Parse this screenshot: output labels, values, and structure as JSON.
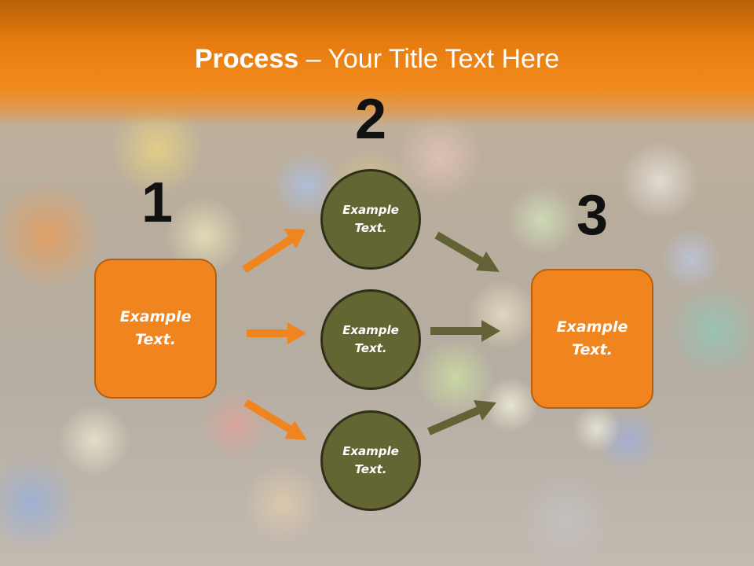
{
  "slide": {
    "title_bold": "Process",
    "title_rest": " – Your Title Text Here"
  },
  "steps": {
    "step1_number": "1",
    "step2_number": "2",
    "step3_number": "3"
  },
  "left_box": {
    "text": "Example Text."
  },
  "circles": [
    {
      "text": "Example Text."
    },
    {
      "text": "Example Text."
    },
    {
      "text": "Example Text."
    }
  ],
  "right_box": {
    "text": "Example Text."
  },
  "colors": {
    "orange": "#f0851f",
    "olive": "#636533",
    "arrow_orange": "#f0851f",
    "arrow_olive": "#626236"
  }
}
